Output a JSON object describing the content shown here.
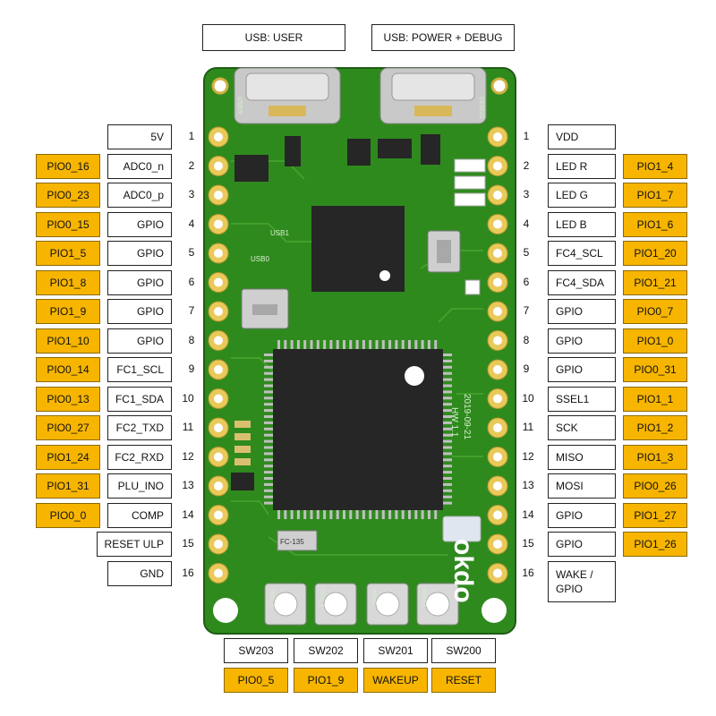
{
  "usb": {
    "user": "USB:  USER",
    "power": "USB:  POWER + DEBUG"
  },
  "left_pins": [
    {
      "num": "1",
      "func": "5V",
      "pio": ""
    },
    {
      "num": "2",
      "func": "ADC0_n",
      "pio": "PIO0_16"
    },
    {
      "num": "3",
      "func": "ADC0_p",
      "pio": "PIO0_23"
    },
    {
      "num": "4",
      "func": "GPIO",
      "pio": "PIO0_15"
    },
    {
      "num": "5",
      "func": "GPIO",
      "pio": "PIO1_5"
    },
    {
      "num": "6",
      "func": "GPIO",
      "pio": "PIO1_8"
    },
    {
      "num": "7",
      "func": "GPIO",
      "pio": "PIO1_9"
    },
    {
      "num": "8",
      "func": "GPIO",
      "pio": "PIO1_10"
    },
    {
      "num": "9",
      "func": "FC1_SCL",
      "pio": "PIO0_14"
    },
    {
      "num": "10",
      "func": "FC1_SDA",
      "pio": "PIO0_13"
    },
    {
      "num": "11",
      "func": "FC2_TXD",
      "pio": "PIO0_27"
    },
    {
      "num": "12",
      "func": "FC2_RXD",
      "pio": "PIO1_24"
    },
    {
      "num": "13",
      "func": "PLU_INO",
      "pio": "PIO1_31"
    },
    {
      "num": "14",
      "func": "COMP",
      "pio": "PIO0_0"
    },
    {
      "num": "15",
      "func": "RESET ULP",
      "pio": ""
    },
    {
      "num": "16",
      "func": "GND",
      "pio": ""
    }
  ],
  "right_pins": [
    {
      "num": "1",
      "func": "VDD",
      "pio": ""
    },
    {
      "num": "2",
      "func": "LED R",
      "pio": "PIO1_4"
    },
    {
      "num": "3",
      "func": "LED G",
      "pio": "PIO1_7"
    },
    {
      "num": "4",
      "func": "LED B",
      "pio": "PIO1_6"
    },
    {
      "num": "5",
      "func": "FC4_SCL",
      "pio": "PIO1_20"
    },
    {
      "num": "6",
      "func": "FC4_SDA",
      "pio": "PIO1_21"
    },
    {
      "num": "7",
      "func": "GPIO",
      "pio": "PIO0_7"
    },
    {
      "num": "8",
      "func": "GPIO",
      "pio": "PIO1_0"
    },
    {
      "num": "9",
      "func": "GPIO",
      "pio": "PIO0_31"
    },
    {
      "num": "10",
      "func": "SSEL1",
      "pio": "PIO1_1"
    },
    {
      "num": "11",
      "func": "SCK",
      "pio": "PIO1_2"
    },
    {
      "num": "12",
      "func": "MISO",
      "pio": "PIO1_3"
    },
    {
      "num": "13",
      "func": "MOSI",
      "pio": "PIO0_26"
    },
    {
      "num": "14",
      "func": "GPIO",
      "pio": "PIO1_27"
    },
    {
      "num": "15",
      "func": "GPIO",
      "pio": "PIO1_26"
    },
    {
      "num": "16",
      "func": "WAKE /\nGPIO",
      "pio": ""
    }
  ],
  "switches": [
    {
      "name": "SW203",
      "pio": "PIO0_5"
    },
    {
      "name": "SW202",
      "pio": "PIO1_9"
    },
    {
      "name": "SW201",
      "pio": "WAKEUP"
    },
    {
      "name": "SW200",
      "pio": "RESET"
    }
  ],
  "board": {
    "silk_usb1": "USB1",
    "silk_usb0": "USB0",
    "silk_usb_left": "USER",
    "silk_usb_right": "DEBUG",
    "hw_version": "HW 1.1",
    "hw_date": "2019-09-21",
    "fc_label": "FC-135",
    "logo": "okdo",
    "button_labels": [
      "PIO0_5",
      "PIO1_9",
      "WAKE",
      "RESET"
    ],
    "colors": {
      "pcb": "#2f8a1e",
      "pad": "#e8c95a",
      "chip": "#262626"
    }
  }
}
